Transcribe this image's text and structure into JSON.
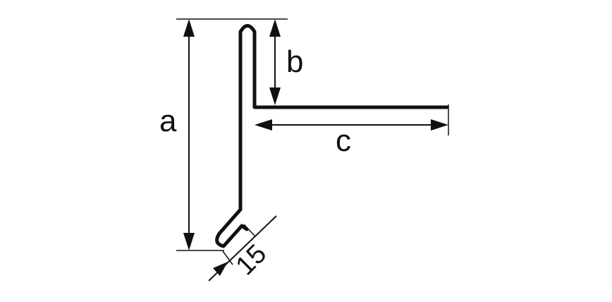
{
  "labels": {
    "a": "a",
    "b": "b",
    "c": "c",
    "fold": "15"
  },
  "colors": {
    "line": "#111111",
    "background": "#ffffff"
  }
}
